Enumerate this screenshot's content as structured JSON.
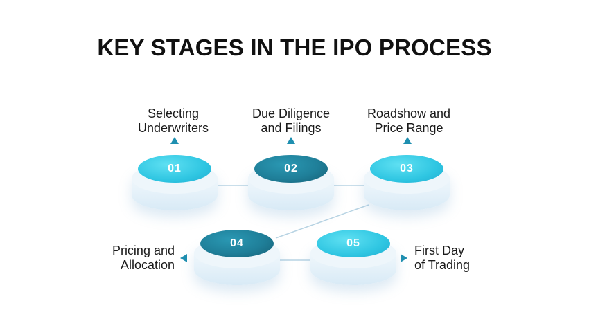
{
  "title": "KEY STAGES IN THE IPO PROCESS",
  "colors": {
    "light_disc": "#2fc6e2",
    "dark_disc": "#1f7f99",
    "arrow": "#1e8fb0",
    "connector": "#b7d3e3"
  },
  "stages": [
    {
      "number": "01",
      "line1": "Selecting",
      "line2": "Underwriters"
    },
    {
      "number": "02",
      "line1": "Due Diligence",
      "line2": "and Filings"
    },
    {
      "number": "03",
      "line1": "Roadshow and",
      "line2": "Price Range"
    },
    {
      "number": "04",
      "line1": "Pricing and",
      "line2": "Allocation"
    },
    {
      "number": "05",
      "line1": "First Day",
      "line2": "of Trading"
    }
  ]
}
